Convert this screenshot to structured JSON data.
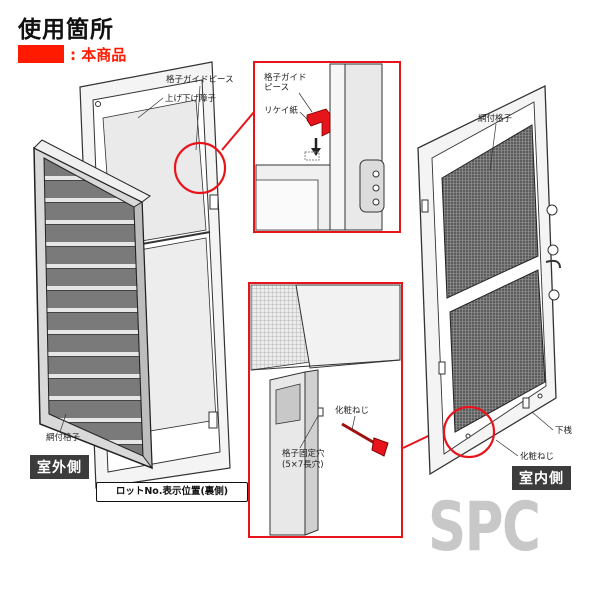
{
  "page": {
    "title": "使用箇所",
    "legend_text": ": 本商品",
    "legend_color": "#ff1a00"
  },
  "labels": {
    "grid_guide_piece": "格子ガイドピース",
    "lift_sash": "上げ下げ障子",
    "mesh_lattice_left": "網付格子",
    "outdoor_side": "室外側",
    "lot_no": "ロットNo.表示位置(裏側)",
    "zoom_guide_piece_line1": "格子ガイド",
    "zoom_guide_piece_line2": "ピース",
    "release_paper": "リケイ紙",
    "mesh_lattice_right": "網付格子",
    "decorative_screw_zoom": "化粧ねじ",
    "fixing_hole_line1": "格子固定穴",
    "fixing_hole_line2": "(5×7長穴)",
    "lower_frame": "下桟",
    "decorative_screw": "化粧ねじ",
    "indoor_side": "室内側",
    "watermark": "SPC"
  },
  "colors": {
    "accent_red": "#e8141c",
    "frame_gray": "#f2f2f2",
    "line": "#333333"
  }
}
